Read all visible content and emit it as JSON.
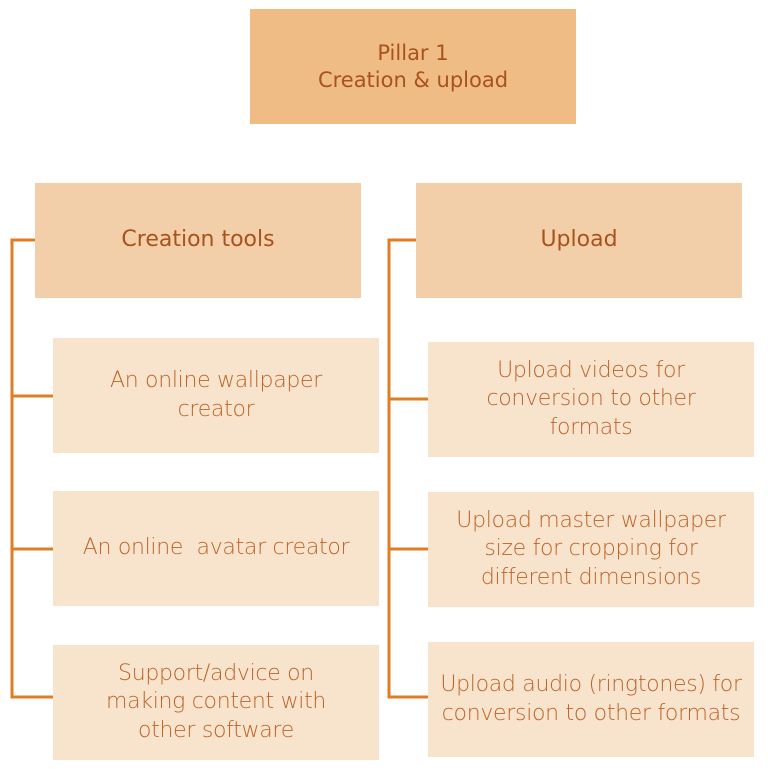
{
  "colors": {
    "root_fill": "#F0BC86",
    "header_fill": "#F3CFA9",
    "leaf_fill": "#F8E3CC",
    "text": "#B4591F",
    "connector": "#E07C22"
  },
  "root": {
    "title_line1": "Pillar 1",
    "title_line2": "Creation & upload"
  },
  "columns": [
    {
      "header": "Creation tools",
      "items": [
        "An online wallpaper creator",
        "An online  avatar creator",
        "Support/advice on making content with other software"
      ]
    },
    {
      "header": "Upload",
      "items": [
        "Upload videos for conversion to other formats",
        "Upload master wallpaper size for cropping for different dimensions",
        "Upload audio (ringtones) for conversion to other formats"
      ]
    }
  ]
}
